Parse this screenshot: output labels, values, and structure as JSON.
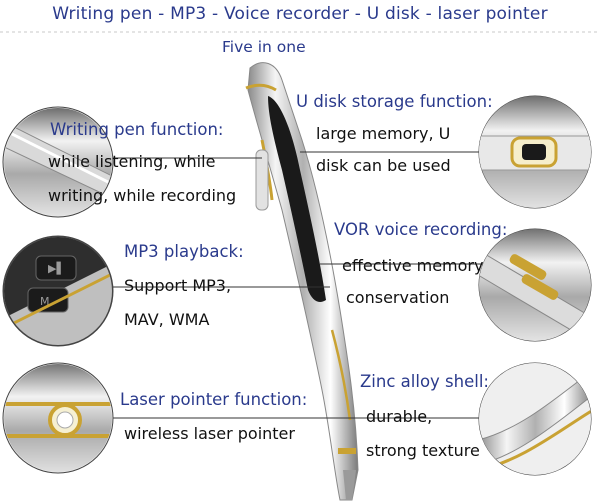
{
  "header": {
    "title": "Writing pen - MP3 - Voice recorder - U disk - laser pointer",
    "subtitle": "Five in one"
  },
  "features": {
    "writing": {
      "heading": "Writing pen function:",
      "line1": "while listening, while",
      "line2": "writing, while recording"
    },
    "mp3": {
      "heading": "MP3 playback:",
      "line1": "Support MP3,",
      "line2": "MAV, WMA"
    },
    "laser": {
      "heading": "Laser pointer function:",
      "line1": "wireless laser pointer"
    },
    "udisk": {
      "heading": "U disk storage function:",
      "line1": "large memory, U",
      "line2": "disk can be used"
    },
    "vor": {
      "heading": "VOR voice recording:",
      "line1": "effective memory",
      "line2": "conservation"
    },
    "zinc": {
      "heading": "Zinc alloy shell:",
      "line1": "durable,",
      "line2": "strong texture"
    }
  },
  "colors": {
    "heading": "#2a3a8c",
    "body": "#111111",
    "gold": "#c9a233",
    "chrome": "#d8d8d8"
  }
}
